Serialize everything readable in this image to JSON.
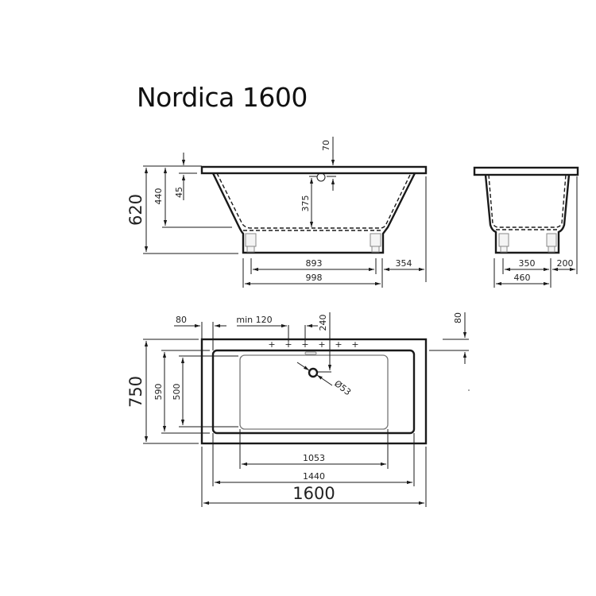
{
  "title": "Nordica 1600",
  "side_view": {
    "dimensions": {
      "total_height": "620",
      "inner_depth": "440",
      "rim_thickness": "45",
      "overflow_offset": "70",
      "overflow_height": "375",
      "leg_spacing": "893",
      "base_length": "998",
      "overhang": "354"
    }
  },
  "end_view": {
    "dimensions": {
      "leg_spacing": "350",
      "overhang": "200",
      "base_width": "460"
    }
  },
  "top_view": {
    "dimensions": {
      "rim_width": "80",
      "tap_spacing": "min 120",
      "drain_offset": "240",
      "rim_width_right": "80",
      "total_width": "750",
      "inner_width": "590",
      "bottom_width": "500",
      "drain_diameter": "Ø53",
      "bottom_length": "1053",
      "inner_length": "1440",
      "total_length": "1600"
    }
  }
}
